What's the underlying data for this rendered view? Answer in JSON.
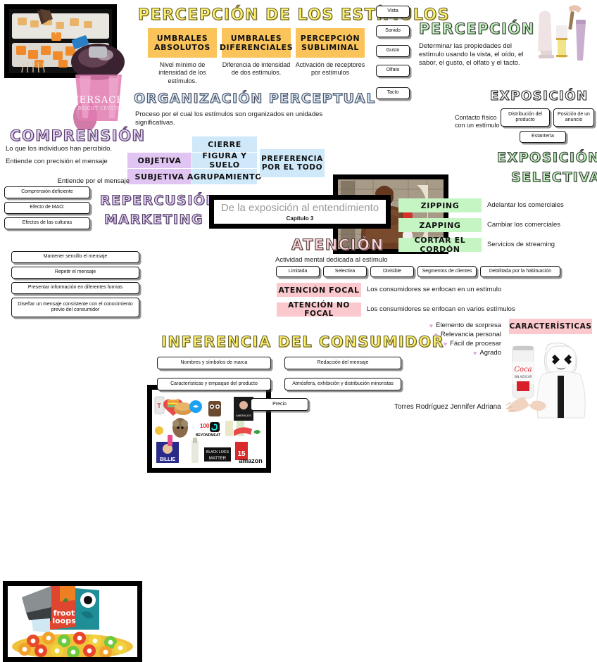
{
  "meta": {
    "author": "Torres Rodríguez Jennifer Adriana"
  },
  "banner": {
    "title": "De la exposición al entendimiento",
    "subtitle": "Capítulo 3"
  },
  "percepcion_estimulos": {
    "title": "PERCEPCIÓN DE LOS ESTÍMULOS",
    "columns": [
      {
        "chip": "UMBRALES ABSOLUTOS",
        "chip_line1": "UMBRALES",
        "chip_line2": "ABSOLUTOS",
        "text": "Nivel mínimo de intensidad de los estímulos."
      },
      {
        "chip": "UMBRALES DIFERENCIALES",
        "chip_line1": "UMBRALES",
        "chip_line2": "DIFERENCIALES",
        "text": "Diferencia de intensidad de dos estímulos."
      },
      {
        "chip": "PERCEPCIÓN SUBLIMINAL",
        "chip_line1": "PERCEPCIÓN",
        "chip_line2": "SUBLIMINAL",
        "text": "Activación de receptores por estímulos"
      }
    ]
  },
  "sentidos": {
    "items": [
      "Vista",
      "Sonido",
      "Gusto",
      "Olfato",
      "Tacto"
    ]
  },
  "percepcion": {
    "title": "PERCEPCIÓN",
    "text": "Determinar las propiedades del estímulo usando la vista, el oído, el sabor, el gusto, el olfato y el tacto."
  },
  "exposicion": {
    "title": "EXPOSICIÓN",
    "text": "Contacto físico con un estímulo",
    "boxes": [
      "Distribución del producto",
      "Posición de un anuncio",
      "Estantería"
    ]
  },
  "exposicion_selectiva": {
    "title_line1": "EXPOSICIÓN",
    "title_line2": "SELECTIVA"
  },
  "organizacion": {
    "title": "ORGANIZACIÓN PERCEPTUAL",
    "text": "Proceso por el cual los estímulos son organizados en unidades significativas.",
    "grid": {
      "cierre": "CIERRE",
      "objetiva": "OBJETIVA",
      "subjetiva": "SUBJETIVA",
      "figura_y_suelo": "FIGURA Y SUELO",
      "agrupamiento": "AGRUPAMIENTO",
      "preferencia_line1": "PREFERENCIA",
      "preferencia_line2": "POR EL TODO"
    }
  },
  "comprension": {
    "title": "COMPRENSIÓN",
    "line1": "Lo que los individuos han percibido.",
    "line2": "Entiende con precisión el mensaje",
    "line3": "Entiende por el mensaje",
    "boxes": [
      "Comprensión deficiente",
      "Efecto de MAO:",
      "Efectos de las culturas"
    ]
  },
  "repercusion": {
    "title_line1": "REPERCUSIÓN",
    "title_line2": "MARKETING",
    "boxes": [
      "Mantener sencillo el mensaje",
      "Repetir el mensaje",
      "Presentar información en diferentes formas",
      "Diseñar un mensaje consistente con el conocimiento previo del consumidor"
    ]
  },
  "zipping": {
    "rows": [
      {
        "chip": "ZIPPING",
        "text": "Adelantar los comerciales"
      },
      {
        "chip": "ZAPPING",
        "text": "Cambiar los comerciales"
      },
      {
        "chip": "CORTAR EL CORDÓN",
        "text": "Servicios de streaming"
      }
    ]
  },
  "atencion": {
    "title": "ATENCIÓN",
    "text": "Actividad mental dedicada al estímulo",
    "boxes": [
      "Limitada",
      "Selectiva",
      "Divisible",
      "Segmentos de clientes",
      "Debilitada por la habituación"
    ],
    "rows": [
      {
        "chip": "ATENCIÓN FOCAL",
        "text": "Los consumidores se enfocan en un estímulo"
      },
      {
        "chip": "ATENCIÓN NO FOCAL",
        "text": "Los consumidores se enfocan en varios estímulos"
      }
    ]
  },
  "inferencia": {
    "title": "INFERENCIA DEL CONSUMIDOR",
    "boxes": [
      "Nombres y símbolos de marca",
      "Redacción del mensaje",
      "Características y empaque del producto",
      "Atmósfera, exhibición y distribución minoristas",
      "Precio"
    ]
  },
  "caracteristicas": {
    "title": "CARACTERÍSTICAS",
    "bullets": [
      "Elemento de sorpresa",
      "Relevancia personal",
      "Fácil de procesar",
      "Agrado"
    ]
  },
  "images": {
    "food_tasting": "food-tasting-photo",
    "versace": "versace-bright-crystal-perfume-photo",
    "cosmetics": "cosmetics-products-photo",
    "old_spice": "old-spice-commercial-photo",
    "brand_collage": "brand-collage-photo",
    "froot_loops": "froot-loops-cereal-photo",
    "coke_marshmello": "coca-cola-marshmello-photo"
  },
  "colors": {
    "amber": "#FBC45A",
    "light_blue": "#CFE8FA",
    "light_purple": "#E0C4F2",
    "light_green": "#C6F5C4",
    "light_pink": "#FBC9CD",
    "title_yellow": "#FFF06A",
    "title_green": "#C6F3C2"
  }
}
